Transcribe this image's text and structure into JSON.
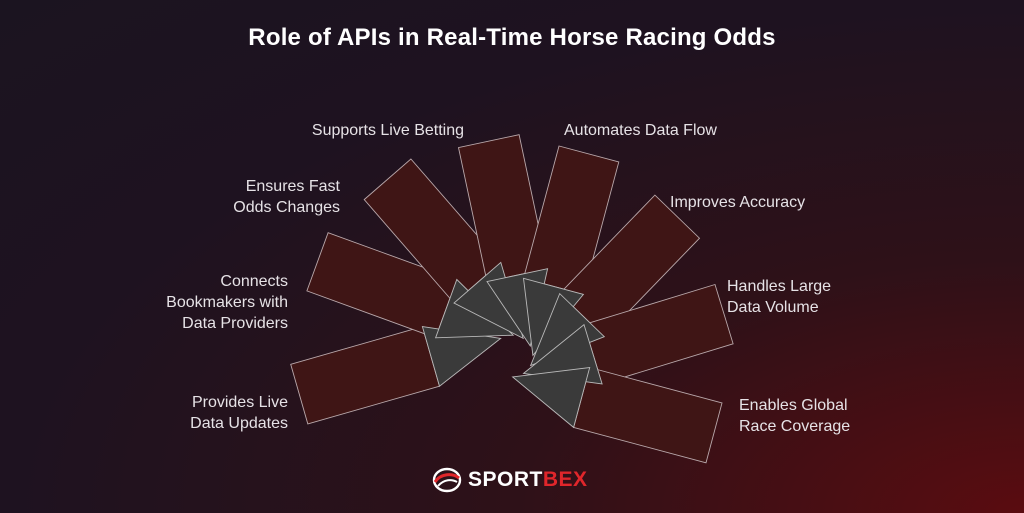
{
  "title": "Role of APIs in Real-Time Horse Racing Odds",
  "items": [
    {
      "label": "Provides Live\nData Updates"
    },
    {
      "label": "Connects\nBookmakers with\nData Providers"
    },
    {
      "label": "Ensures Fast\nOdds Changes"
    },
    {
      "label": "Supports Live Betting"
    },
    {
      "label": "Automates Data Flow"
    },
    {
      "label": "Improves Accuracy"
    },
    {
      "label": "Handles Large\nData Volume"
    },
    {
      "label": "Enables Global\nRace Coverage"
    }
  ],
  "logo": {
    "part1": "SPORT",
    "part2": "BEX"
  },
  "colors": {
    "accent": "#e0262b",
    "blade": "#3f1515",
    "hub": "#3a3a3a"
  }
}
